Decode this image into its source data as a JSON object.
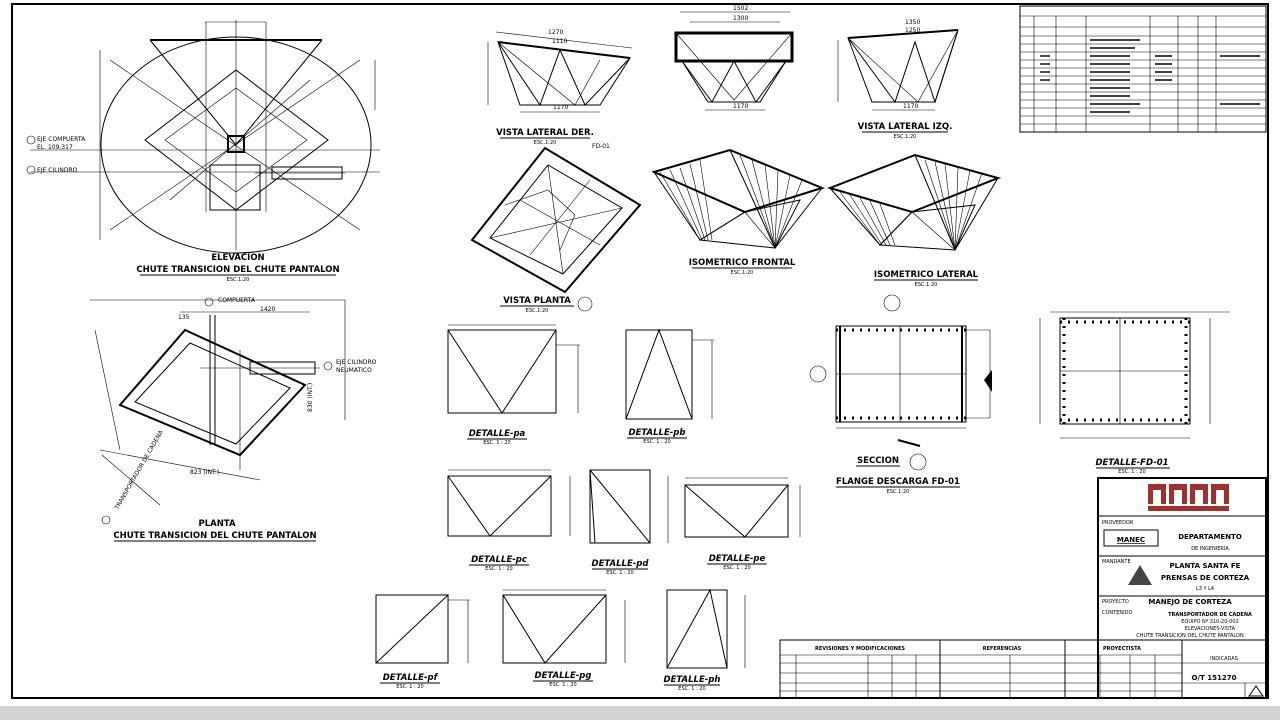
{
  "views": {
    "elevation": {
      "title": "ELEVACION",
      "subtitle": "CHUTE TRANSICION DEL CHUTE PANTALON",
      "scale": "ESC.1:20",
      "labels": {
        "axis_gate": "EJE COMPUERTA",
        "level": "EL. 109.317",
        "axis_cyl": "EJE CILINDRO"
      }
    },
    "plan": {
      "title": "PLANTA",
      "subtitle": "CHUTE TRANSICION DEL CHUTE PANTALON",
      "labels": {
        "gate": "COMPUERTA",
        "axis_cyl": "EJE CILINDRO",
        "pneumatic": "NEUMATICO",
        "dim_top": "1420",
        "dim_left": "135",
        "dim_right": "830 (INT.)",
        "dim_bottom": "823 (INT.)",
        "conveyor": "TRANSPORTADOR DE CADENA"
      }
    },
    "side_right": {
      "title": "VISTA LATERAL DER.",
      "scale": "ESC.1:20",
      "dim1": "1270",
      "dim2": "1110",
      "dim3": "1170"
    },
    "front_top": {
      "dim1": "1502",
      "dim2": "1300",
      "dim3": "1170"
    },
    "side_left": {
      "title": "VISTA LATERAL IZQ.",
      "scale": "ESC.1:20",
      "dim1": "1350",
      "dim2": "1250",
      "dim3": "1170"
    },
    "plan_view": {
      "title": "VISTA PLANTA",
      "scale": "ESC.1:20",
      "tag": "FD-01"
    },
    "iso_front": {
      "title": "ISOMETRICO FRONTAL",
      "scale": "ESC.1:20"
    },
    "iso_side": {
      "title": "ISOMETRICO LATERAL",
      "scale": "ESC.1:20"
    },
    "details": [
      {
        "title": "DETALLE-pa",
        "scale": "ESC. 1 : 20"
      },
      {
        "title": "DETALLE-pb",
        "scale": "ESC. 1 : 20"
      },
      {
        "title": "DETALLE-pc",
        "scale": "ESC. 1 : 20"
      },
      {
        "title": "DETALLE-pd",
        "scale": "ESC. 1 : 20"
      },
      {
        "title": "DETALLE-pe",
        "scale": "ESC. 1 : 20"
      },
      {
        "title": "DETALLE-pf",
        "scale": "ESC. 1 : 20"
      },
      {
        "title": "DETALLE-pg",
        "scale": "ESC. 1 : 20"
      },
      {
        "title": "DETALLE-ph",
        "scale": "ESC. 1 : 20"
      }
    ],
    "section": {
      "title": "SECCION",
      "subtitle": "FLANGE DESCARGA FD-01",
      "scale": "ESC.1:20"
    },
    "detail_fd": {
      "title": "DETALLE-FD-01",
      "scale": "ESC. 1 : 20"
    }
  },
  "title_block": {
    "supplier_label": "PROVEEDOR",
    "maestranza": "MANEC",
    "dept": "DEPARTAMENTO",
    "dept2": "DE INGENIERIA",
    "client_label": "MANDANTE",
    "plant": "PLANTA SANTA FE",
    "presses": "PRENSAS DE CORTEZA",
    "lines": "L3 Y L4",
    "project_label": "PROYECTO",
    "project": "MANEJO DE CORTEZA",
    "content_label": "CONTENIDO",
    "content1": "TRANSPORTADOR DE CADENA",
    "content2": "EQUIPO Nº 310-20-002",
    "content3": "ELEVACIONES-VISTA",
    "content4": "CHUTE TRANSICION DEL CHUTE PANTALON",
    "revisions": "REVISIONES Y MODIFICACIONES",
    "references": "REFERENCIAS",
    "designer": "PROYECTISTA",
    "ot": "O/T 151270",
    "indicated": "INDICADAS"
  },
  "colors": {
    "line": "#000000",
    "paper": "#ffffff",
    "logo": "#a0302c"
  }
}
